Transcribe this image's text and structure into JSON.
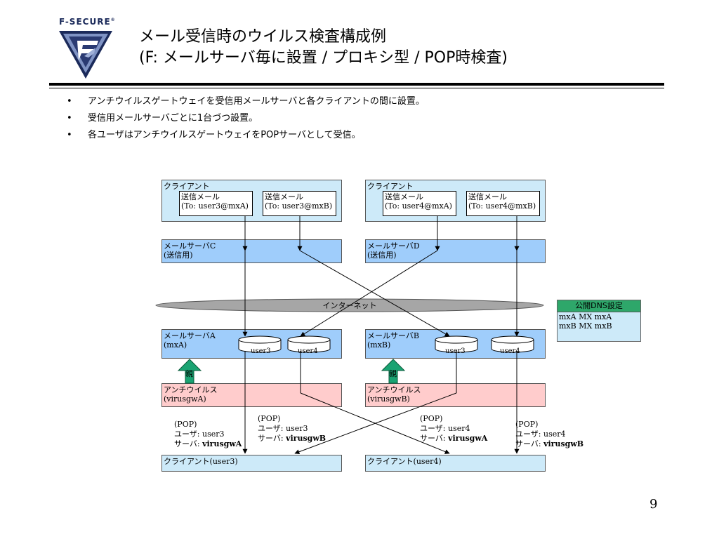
{
  "header": {
    "logo_text": "F-SECURE",
    "logo_reg": "®",
    "title_line1": "メール受信時のウイルス検査構成例",
    "title_line2": "(F: メールサーバ毎に設置 / プロキシ型 / POP時検査)"
  },
  "bullets": [
    "アンチウイルスゲートウェイを受信用メールサーバと各クライアントの間に設置。",
    "受信用メールサーバごとに1台づつ設置。",
    "各ユーザはアンチウイルスゲートウェイをPOPサーバとして受信。"
  ],
  "bullet_glyph": "•",
  "diagram": {
    "left_client": {
      "label": "クライアント",
      "mail1": {
        "line1": "送信メール",
        "line2": "(To: user3@mxA)"
      },
      "mail2": {
        "line1": "送信メール",
        "line2": "(To: user3@mxB)"
      }
    },
    "right_client": {
      "label": "クライアント",
      "mail1": {
        "line1": "送信メール",
        "line2": "(To: user4@mxA)"
      },
      "mail2": {
        "line1": "送信メール",
        "line2": "(To: user4@mxB)"
      }
    },
    "server_c": {
      "line1": "メールサーバC",
      "line2": "(送信用)"
    },
    "server_d": {
      "line1": "メールサーバD",
      "line2": "(送信用)"
    },
    "internet": "インターネット",
    "dns": {
      "header": "公開DNS設定",
      "line1": "mxA  MX mxA",
      "line2": "mxB  MX mxB"
    },
    "server_a": {
      "line1": "メールサーバA",
      "line2": "(mxA)",
      "db1": "user3",
      "db2": "user4"
    },
    "server_b": {
      "line1": "メールサーバB",
      "line2": "(mxB)",
      "db1": "user3",
      "db2": "user4"
    },
    "parent_label": "親",
    "av_a": {
      "line1": "アンチウイルス",
      "line2": "(virusgwA)"
    },
    "av_b": {
      "line1": "アンチウイルス",
      "line2": "(virusgwB)"
    },
    "pop1": {
      "l1": "(POP)",
      "l2": "ユーザ: user3",
      "l3": "サーバ: ",
      "srv": "virusgwA"
    },
    "pop2": {
      "l1": "(POP)",
      "l2": "ユーザ: user3",
      "l3": "サーバ: ",
      "srv": "virusgwB"
    },
    "pop3": {
      "l1": "(POP)",
      "l2": "ユーザ: user4",
      "l3": "サーバ: ",
      "srv": "virusgwA"
    },
    "pop4": {
      "l1": "(POP)",
      "l2": "ユーザ: user4",
      "l3": "サーバ: ",
      "srv": "virusgwB"
    },
    "client_user3": "クライアント(user3)",
    "client_user4": "クライアント(user4)"
  },
  "colors": {
    "client": "#cdeaf9",
    "server": "#9fcdfb",
    "antivirus": "#ffcccc",
    "parent_arrow": "#1aa372",
    "dns_header": "#2ea76a",
    "internet": "#a6a6a6"
  },
  "page_number": "9"
}
